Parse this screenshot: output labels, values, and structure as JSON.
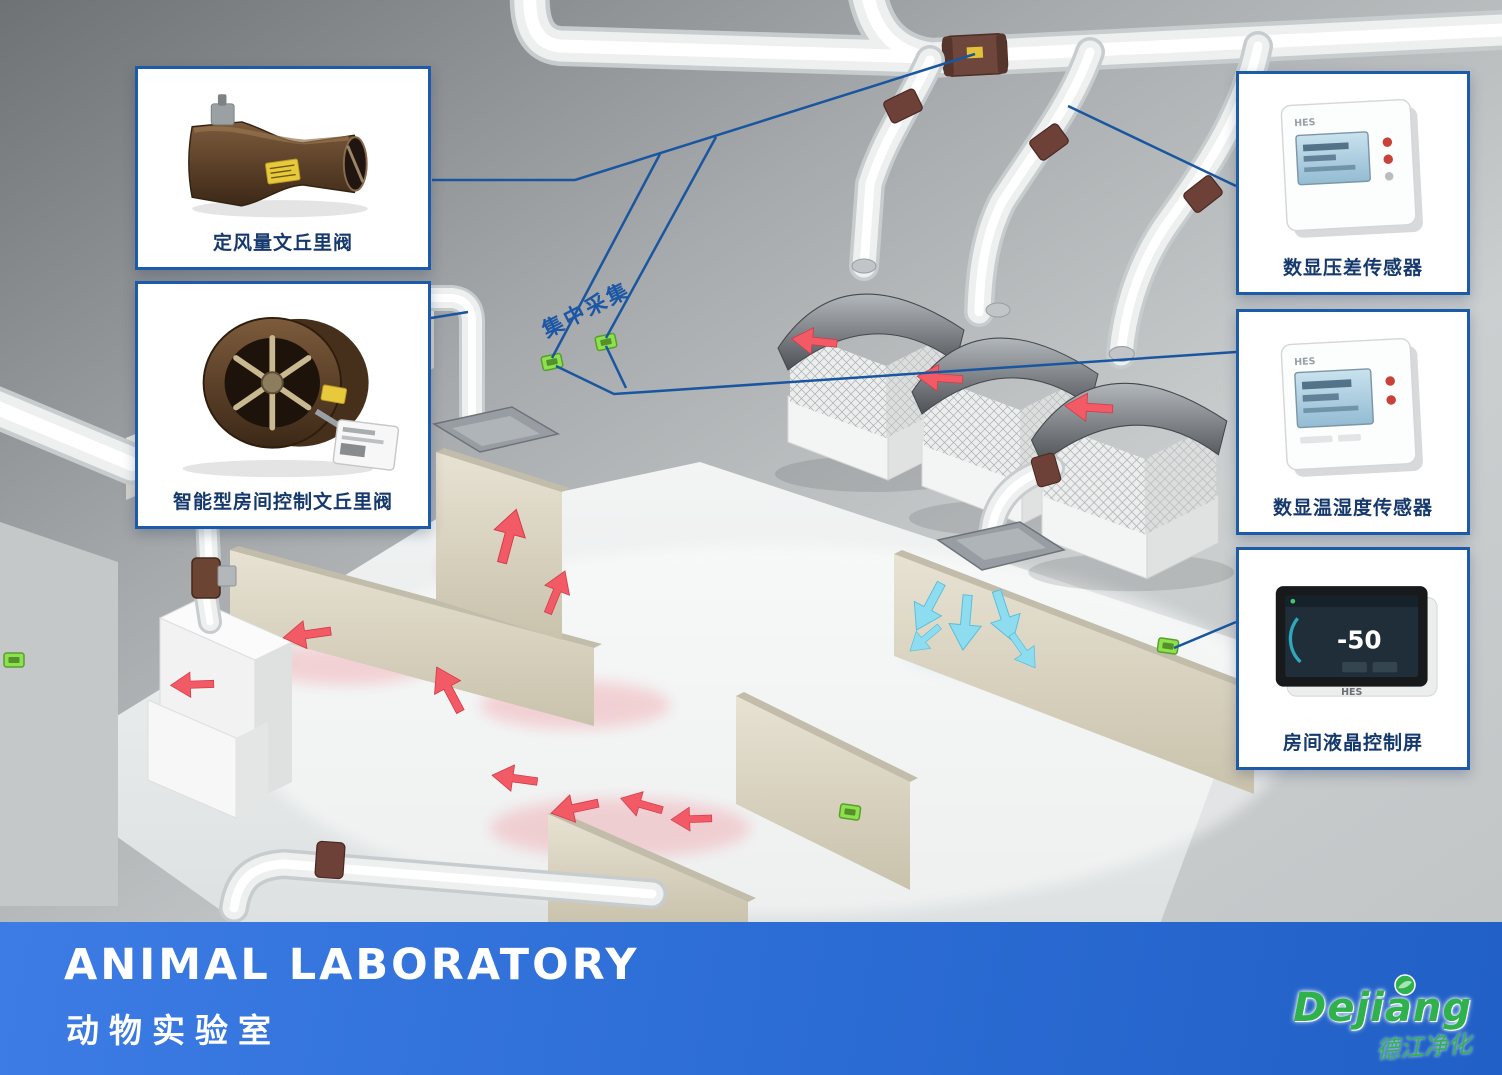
{
  "banner": {
    "title": "ANIMAL LABORATORY",
    "subtitle": "动物实验室"
  },
  "logo": {
    "brand": "Dejiang",
    "watermark": "德江净化"
  },
  "diagram": {
    "collection_label": "集中采集"
  },
  "callouts": {
    "cav_venturi": {
      "label": "定风量文丘里阀"
    },
    "smart_venturi": {
      "label": "智能型房间控制文丘里阀"
    },
    "pressure_sensor": {
      "label": "数显压差传感器"
    },
    "temp_humidity_sensor": {
      "label": "数显温湿度传感器"
    },
    "lcd_panel": {
      "label": "房间液晶控制屏"
    }
  },
  "devices": {
    "brand": "HES",
    "panel_reading": "-50"
  },
  "colors": {
    "accent_blue": "#1a56a0",
    "banner_blue": "#2b6cd4",
    "logo_green": "#2fb14c",
    "arrow_red": "#f25b66",
    "arrow_cyan": "#8edcf0",
    "chip_green": "#8de04e",
    "wall_beige": "#d6cfbc",
    "valve_brown": "#6b4434"
  }
}
